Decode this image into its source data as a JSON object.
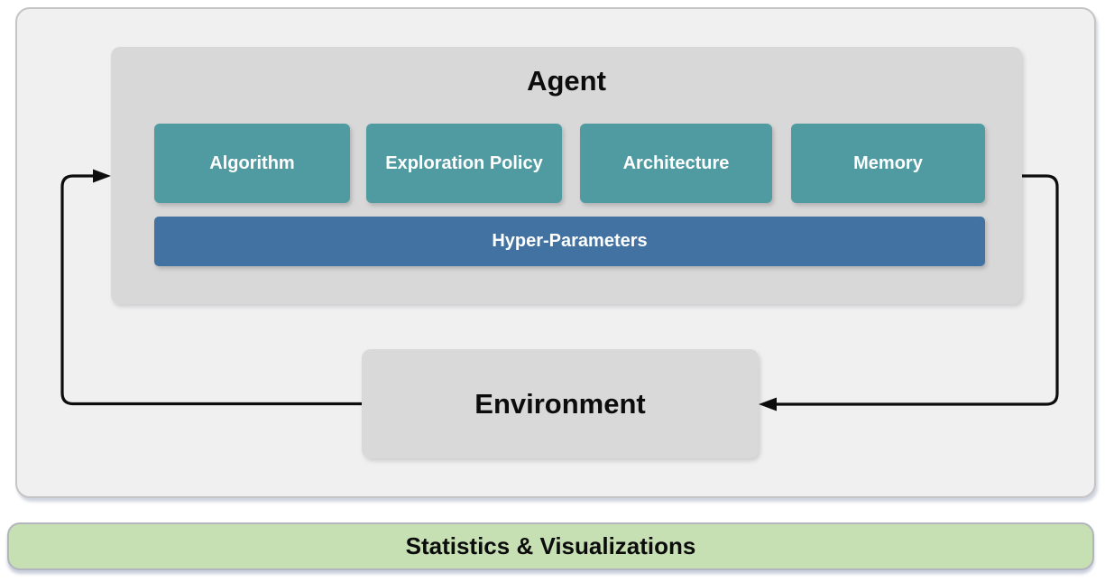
{
  "diagram": {
    "agent": {
      "title": "Agent",
      "modules": [
        {
          "label": "Algorithm"
        },
        {
          "label": "Exploration Policy"
        },
        {
          "label": "Architecture"
        },
        {
          "label": "Memory"
        }
      ],
      "hyper_parameters_label": "Hyper-Parameters"
    },
    "environment": {
      "label": "Environment"
    },
    "stats_bar": {
      "label": "Statistics & Visualizations"
    },
    "arrows": [
      {
        "name": "environment-to-agent",
        "from": "Environment",
        "to": "Agent"
      },
      {
        "name": "agent-to-environment",
        "from": "Agent",
        "to": "Environment"
      }
    ],
    "colors": {
      "module_teal": "#4f9ba1",
      "hyper_blue": "#4272a2",
      "agent_gray": "#d8d8d8",
      "environment_gray": "#d9d9d9",
      "frame_gray": "#f0f0f0",
      "frame_border": "#c5c5c5",
      "stats_green": "#c6e0b4",
      "stats_border": "#b2b5bd",
      "arrow_black": "#0d0d0d"
    }
  }
}
